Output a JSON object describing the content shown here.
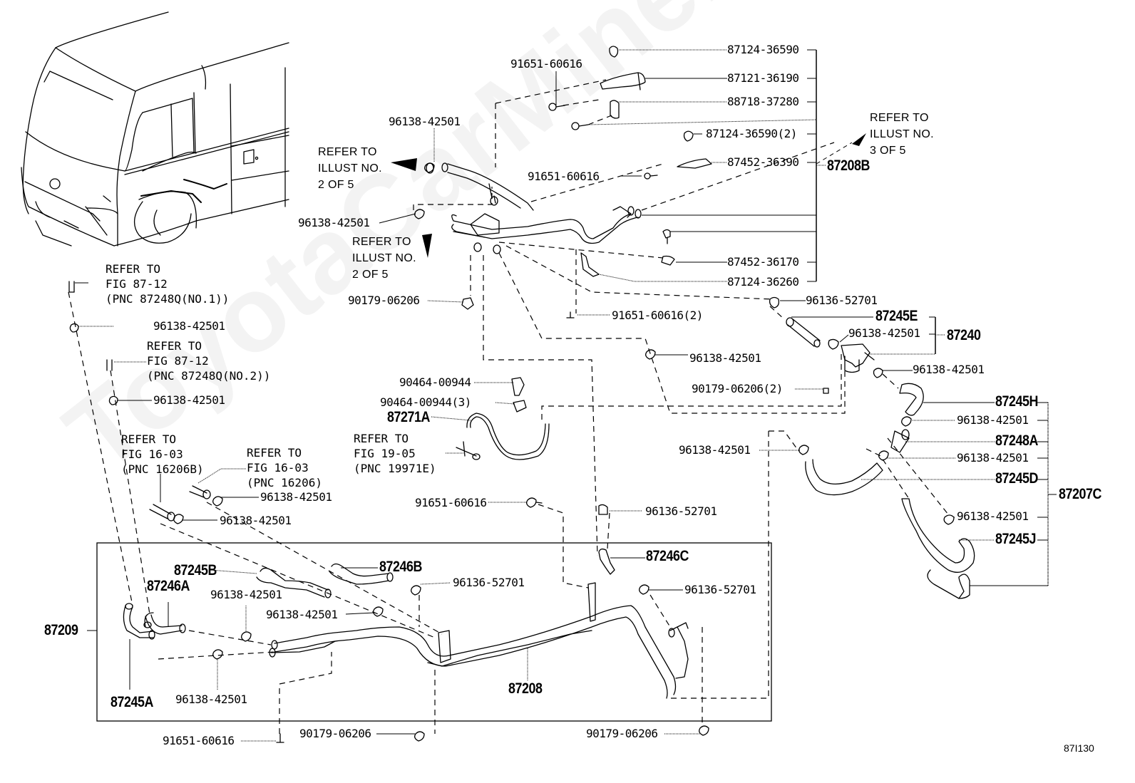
{
  "diagram": {
    "title": "Heater water hose & pipe parts diagram",
    "figure_number": "87I130",
    "watermark": "ToyotaCarMine.ru",
    "vehicle_illustration": "bus-front-view"
  },
  "labels": {
    "p_87124_36590_a": "87124-36590",
    "p_91651_60616_a": "91651-60616",
    "p_87121_36190": "87121-36190",
    "p_88718_37280": "88718-37280",
    "p_96138_42501_top": "96138-42501",
    "p_87124_36590_2": "87124-36590(2)",
    "p_91651_60616_b": "91651-60616",
    "p_87452_36390": "87452-36390",
    "p_87208B": "87208B",
    "p_96138_42501_mid": "96138-42501",
    "p_87452_36170": "87452-36170",
    "p_87124_36260": "87124-36260",
    "p_90179_06206_a": "90179-06206",
    "p_96136_52701_a": "96136-52701",
    "p_91651_60616_2": "91651-60616(2)",
    "p_87245E": "87245E",
    "p_96138_42501_87240": "96138-42501",
    "p_87240": "87240",
    "p_96138_42501_c": "96138-42501",
    "p_96138_42501_d": "96138-42501",
    "p_90179_06206_2": "90179-06206(2)",
    "p_87245H": "87245H",
    "p_96138_42501_e": "96138-42501",
    "p_87248A": "87248A",
    "p_96138_42501_f": "96138-42501",
    "p_96138_42501_g": "96138-42501",
    "p_87245D": "87245D",
    "p_87207C": "87207C",
    "p_96138_42501_h": "96138-42501",
    "p_87245J": "87245J",
    "p_90464_00944": "90464-00944",
    "p_90464_00944_3": "90464-00944(3)",
    "p_87271A": "87271A",
    "p_96138_42501_l1": "96138-42501",
    "p_96138_42501_l2": "96138-42501",
    "p_96138_42501_l3": "96138-42501",
    "p_96138_42501_l4": "96138-42501",
    "p_91651_60616_c": "91651-60616",
    "p_96136_52701_b": "96136-52701",
    "p_87245B": "87245B",
    "p_87246B": "87246B",
    "p_96136_52701_c": "96136-52701",
    "p_87246C": "87246C",
    "p_96136_52701_d": "96136-52701",
    "p_87246A": "87246A",
    "p_96138_42501_b1": "96138-42501",
    "p_96138_42501_b2": "96138-42501",
    "p_87209": "87209",
    "p_87245A": "87245A",
    "p_96138_42501_b3": "96138-42501",
    "p_87208": "87208",
    "p_91651_60616_d": "91651-60616",
    "p_90179_06206_b": "90179-06206",
    "p_90179_06206_c": "90179-06206"
  },
  "references": {
    "illust_2_of_5_a": "REFER TO\nILLUST NO.\n2 OF 5",
    "illust_2_of_5_b": "REFER TO\nILLUST NO.\n2 OF 5",
    "illust_3_of_5": "REFER TO\nILLUST NO.\n3 OF 5",
    "fig_87_12_no1": "REFER TO\nFIG 87-12\n(PNC 87248Q(NO.1))",
    "fig_87_12_no2": "REFER TO\nFIG 87-12\n(PNC 87248Q(NO.2))",
    "fig_16_03_b": "REFER TO\nFIG 16-03\n(PNC 16206B)",
    "fig_16_03": "REFER TO\nFIG 16-03\n(PNC 16206)",
    "fig_19_05": "REFER TO\nFIG 19-05\n(PNC 19971E)"
  }
}
